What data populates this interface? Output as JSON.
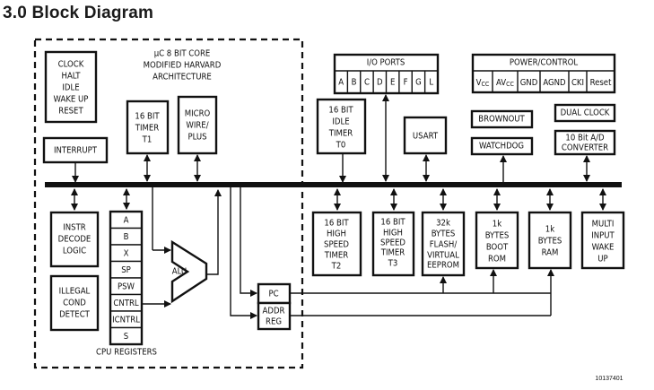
{
  "title": "3.0 Block Diagram",
  "figure_id": "10137401",
  "core": {
    "label": [
      "μC 8 BIT CORE",
      "MODIFIED HARVARD",
      "ARCHITECTURE"
    ],
    "clock_block": [
      "CLOCK",
      "HALT",
      "IDLE",
      "WAKE UP",
      "RESET"
    ],
    "interrupt": "INTERRUPT",
    "timer_t1": [
      "16 BIT",
      "TIMER",
      "T1"
    ],
    "microwire": [
      "MICRO",
      "WIRE/",
      "PLUS"
    ],
    "instr_decode": [
      "INSTR",
      "DECODE",
      "LOGIC"
    ],
    "illegal_cond": [
      "ILLEGAL",
      "COND",
      "DETECT"
    ],
    "registers": [
      "A",
      "B",
      "X",
      "SP",
      "PSW",
      "CNTRL",
      "ICNTRL",
      "S"
    ],
    "registers_label": "CPU REGISTERS",
    "alu": "ALU",
    "pc": "PC",
    "addr_reg": [
      "ADDR",
      "REG"
    ]
  },
  "io_ports": {
    "label": "I/O PORTS",
    "ports": [
      "A",
      "B",
      "C",
      "D",
      "E",
      "F",
      "G",
      "L"
    ]
  },
  "power_control": {
    "label": "POWER/CONTROL",
    "pins": [
      {
        "main": "V",
        "sub": "CC"
      },
      {
        "main": "AV",
        "sub": "CC"
      },
      {
        "main": "GND",
        "sub": ""
      },
      {
        "main": "AGND",
        "sub": ""
      },
      {
        "main": "CKI",
        "sub": ""
      },
      {
        "main": "Reset",
        "sub": ""
      }
    ]
  },
  "peripherals_top": {
    "idle_timer": [
      "16 BIT",
      "IDLE",
      "TIMER",
      "T0"
    ],
    "usart": "USART",
    "brownout": "BROWNOUT",
    "watchdog": "WATCHDOG",
    "dual_clock": "DUAL CLOCK",
    "adc": [
      "10 Bit A/D",
      "CONVERTER"
    ]
  },
  "peripherals_bottom": {
    "timer_t2": [
      "16 BIT",
      "HIGH",
      "SPEED",
      "TIMER",
      "T2"
    ],
    "timer_t3": [
      "16 BIT",
      "HIGH",
      "SPEED",
      "TIMER",
      "T3"
    ],
    "flash": [
      "32k",
      "BYTES",
      "FLASH/",
      "VIRTUAL",
      "EEPROM"
    ],
    "boot_rom": [
      "1k",
      "BYTES",
      "BOOT",
      "ROM"
    ],
    "ram": [
      "1k",
      "BYTES",
      "RAM"
    ],
    "wakeup": [
      "MULTI",
      "INPUT",
      "WAKE",
      "UP"
    ]
  }
}
